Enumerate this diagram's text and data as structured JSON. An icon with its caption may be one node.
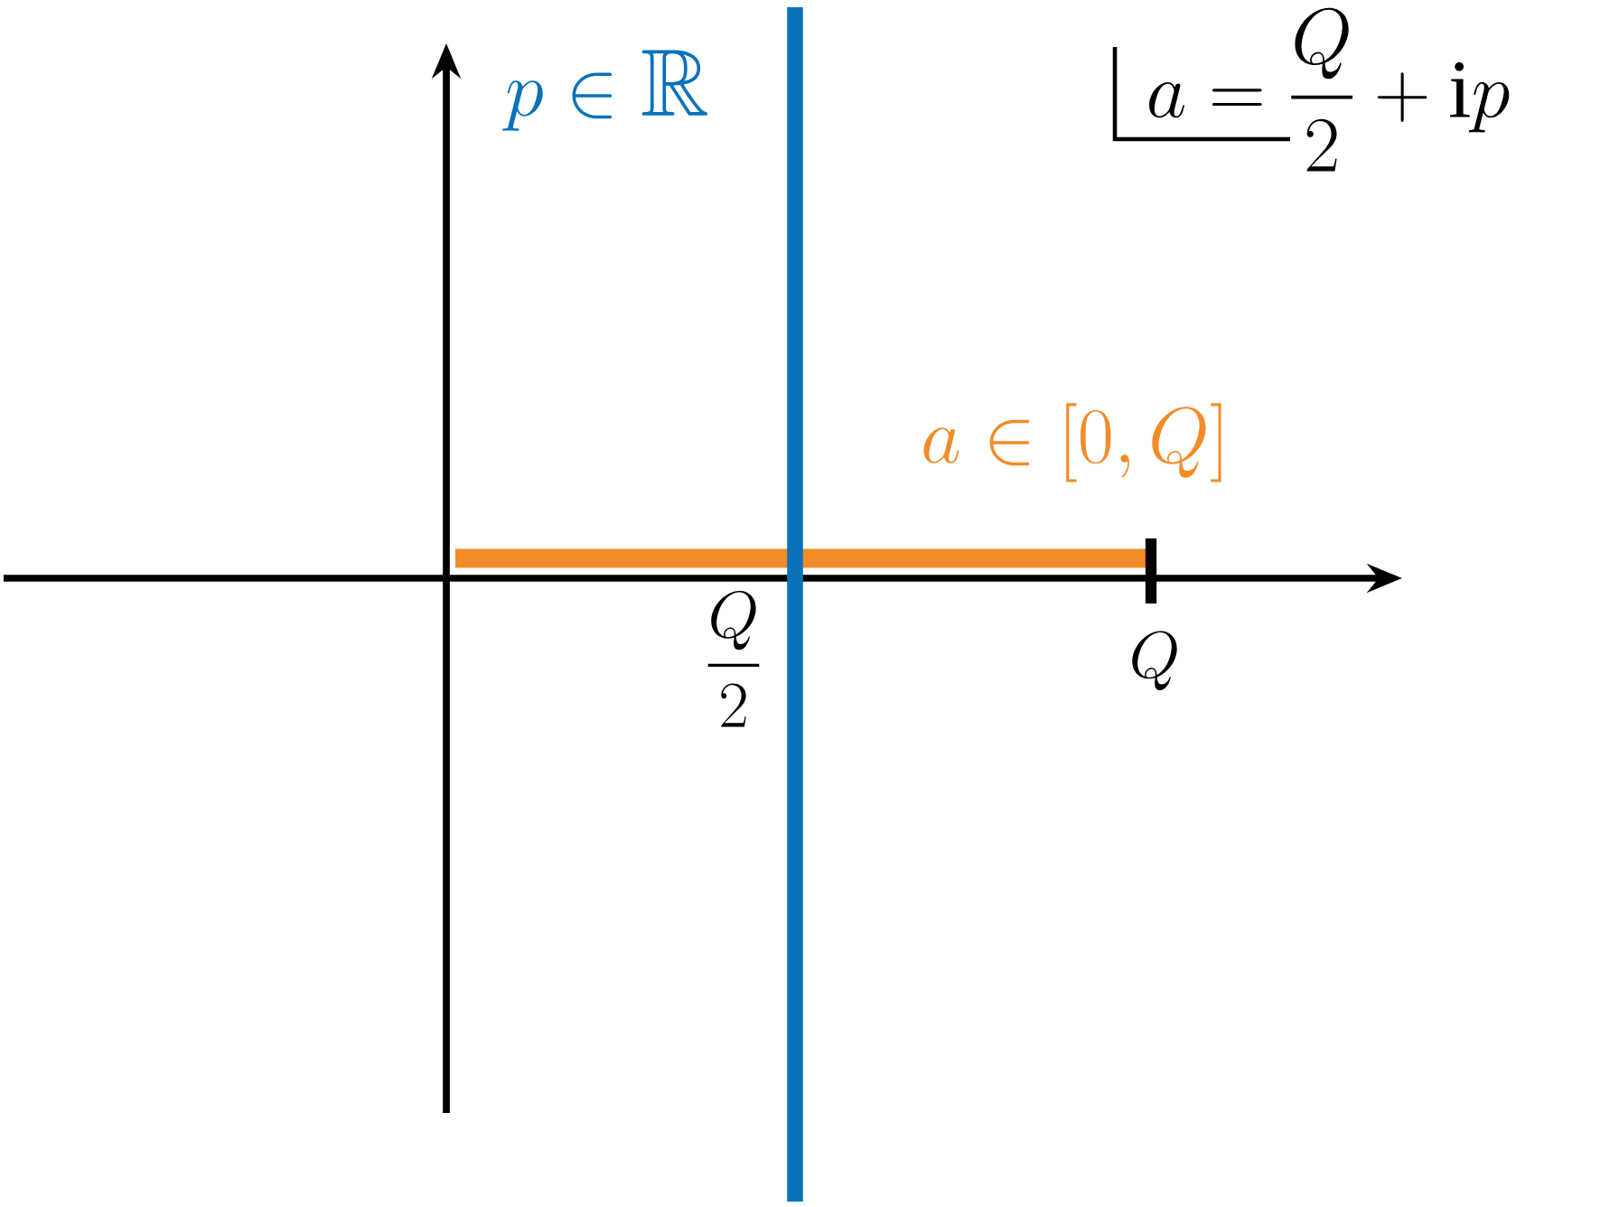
{
  "diagram": {
    "labels": [
      "p \\in \\mathbb{R}",
      "a = \\frac{Q}{2} + \\mathrm{i}p",
      "a \\in [0,Q]",
      "\\frac{Q}{2}",
      "Q"
    ]
  }
}
